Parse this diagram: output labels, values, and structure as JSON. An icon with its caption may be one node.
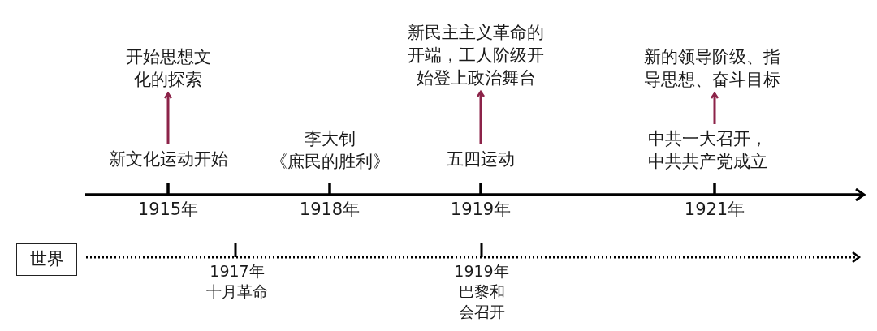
{
  "diagram": {
    "nodes": [
      {
        "text": [
          "开始思想文化的探索"
        ]
      },
      {
        "text": [
          "新文化运动开始"
        ]
      },
      {
        "text": [
          "新民主主义革命的开端，工人阶级开始登上政治舞台"
        ]
      },
      {
        "text": [
          "五四运动"
        ]
      },
      {
        "text": [
          "新的领导阶级、指导思想、奋斗目标"
        ]
      },
      {
        "text": [
          "中共一大召开，中共共产党成立"
        ]
      },
      {
        "text": [
          "世界"
        ]
      }
    ],
    "edges": [
      {
        "from": 1,
        "to": 0,
        "arrow": "to"
      },
      {
        "from": 3,
        "to": 2,
        "arrow": "to"
      },
      {
        "from": 5,
        "to": 4,
        "arrow": "to"
      }
    ],
    "labels": [
      "李大钊《庶民的胜利》",
      "1915年",
      "1918年",
      "1919年",
      "1921年",
      "1917年",
      "十月革命",
      "1919年",
      "巴黎和会召开"
    ]
  }
}
